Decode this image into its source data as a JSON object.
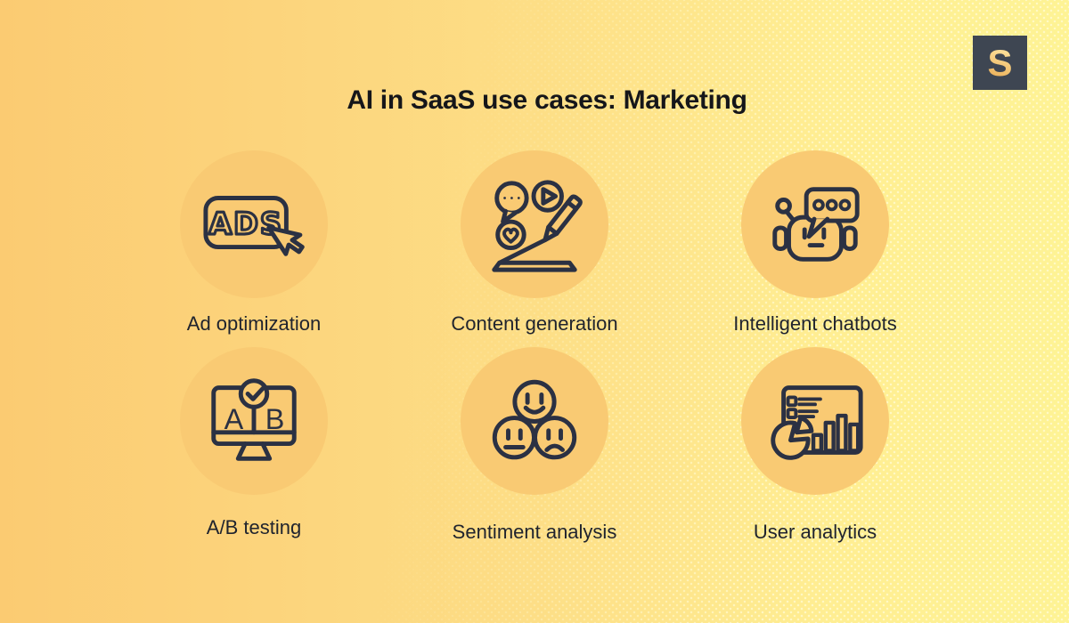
{
  "header": {
    "title": "AI in SaaS use cases: Marketing"
  },
  "logo": {
    "letter": "S"
  },
  "cards": [
    {
      "label": "Ad optimization",
      "icon": "ads-click-icon",
      "icon_text": "ADS"
    },
    {
      "label": "Content generation",
      "icon": "content-creation-icon"
    },
    {
      "label": "Intelligent chatbots",
      "icon": "chatbot-icon"
    },
    {
      "label": "A/B testing",
      "icon": "ab-test-monitor-icon",
      "icon_text_a": "A",
      "icon_text_b": "B"
    },
    {
      "label": "Sentiment analysis",
      "icon": "sentiment-faces-icon"
    },
    {
      "label": "User analytics",
      "icon": "analytics-dashboard-icon"
    }
  ],
  "colors": {
    "background_left": "#fbcb72",
    "background_mid": "#fdde86",
    "background_right": "#fef394",
    "circle_fill": "#f9ca73",
    "icon_stroke": "#2b3143",
    "title_text": "#15161a",
    "label_text": "#20242e",
    "logo_background": "#3e4652",
    "logo_letter_gold": "#f2c26a"
  }
}
